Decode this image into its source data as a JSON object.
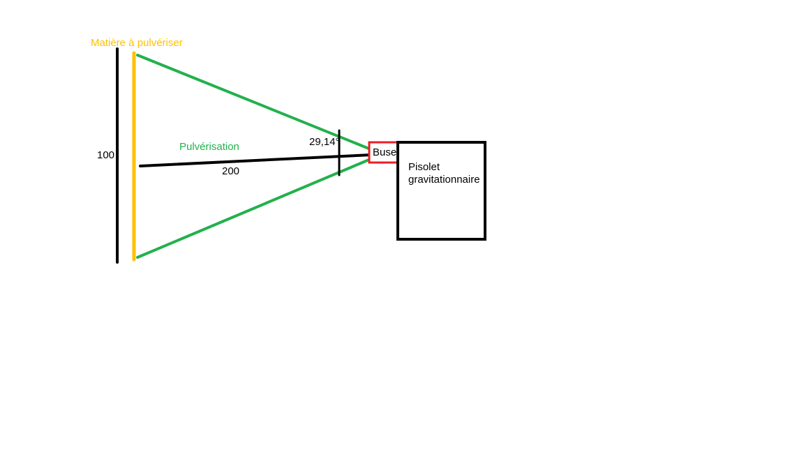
{
  "diagram": {
    "labels": {
      "material": "Matière à pulvériser",
      "spray": "Pulvérisation",
      "height_dim": "100",
      "distance_dim": "200",
      "angle": "29,14°",
      "nozzle": "Buse",
      "gun": "Pisolet gravitationnaire"
    },
    "colors": {
      "material_line": "#FFC000",
      "spray_line": "#22B14C",
      "nozzle_box": "#ED1C24",
      "line": "#000000",
      "background": "#FFFFFF"
    }
  }
}
